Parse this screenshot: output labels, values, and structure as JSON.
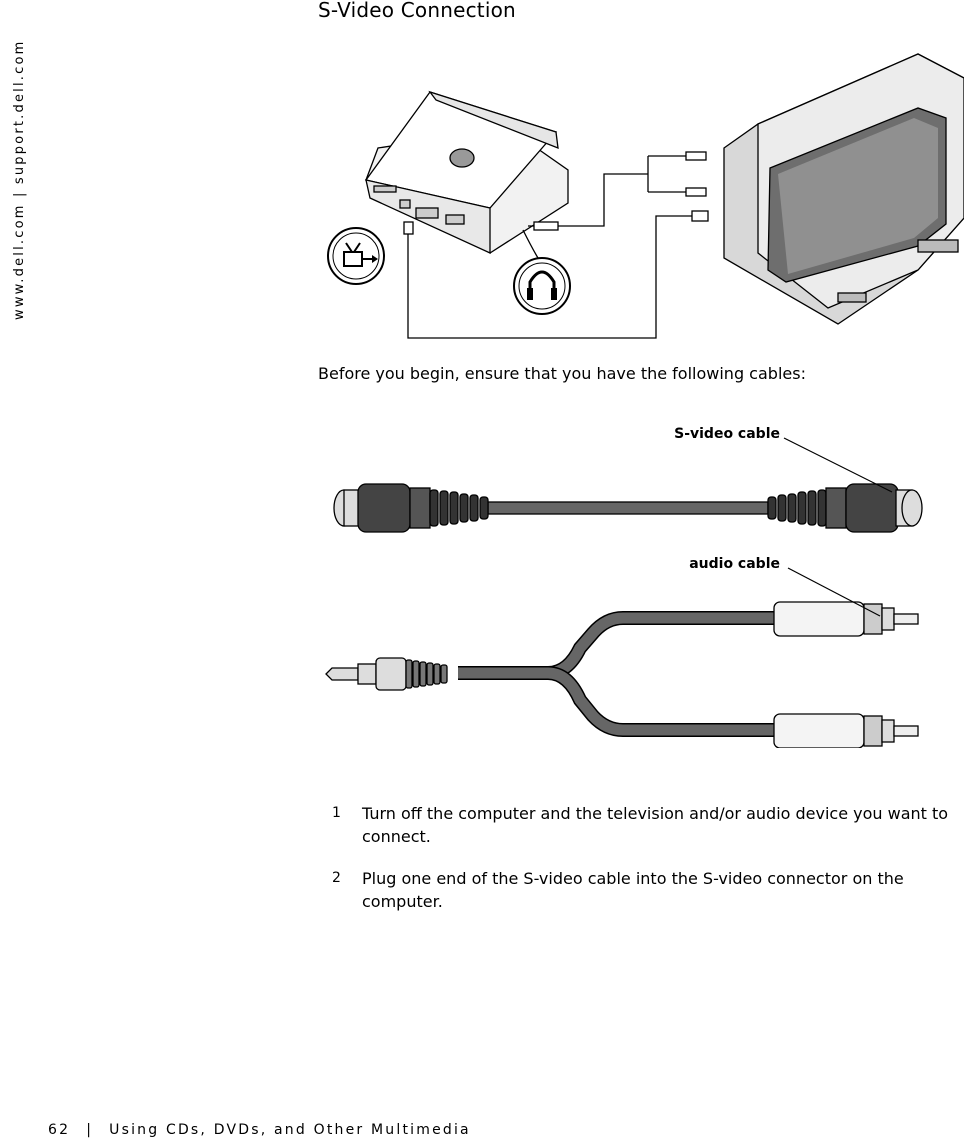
{
  "side_url": "www.dell.com | support.dell.com",
  "heading": "S-Video Connection",
  "intro": "Before you begin, ensure that you have the following cables:",
  "figure2_labels": {
    "svideo_cable": "S-video cable",
    "audio_cable": "audio cable"
  },
  "steps": [
    {
      "number": "1",
      "text": "Turn off the computer and the television and/or audio device you want to connect."
    },
    {
      "number": "2",
      "text": "Plug one end of the S-video cable into the S-video connector on the computer."
    }
  ],
  "footer": {
    "page_number": "62",
    "separator": "|",
    "chapter": "Using CDs, DVDs, and Other Multimedia"
  }
}
